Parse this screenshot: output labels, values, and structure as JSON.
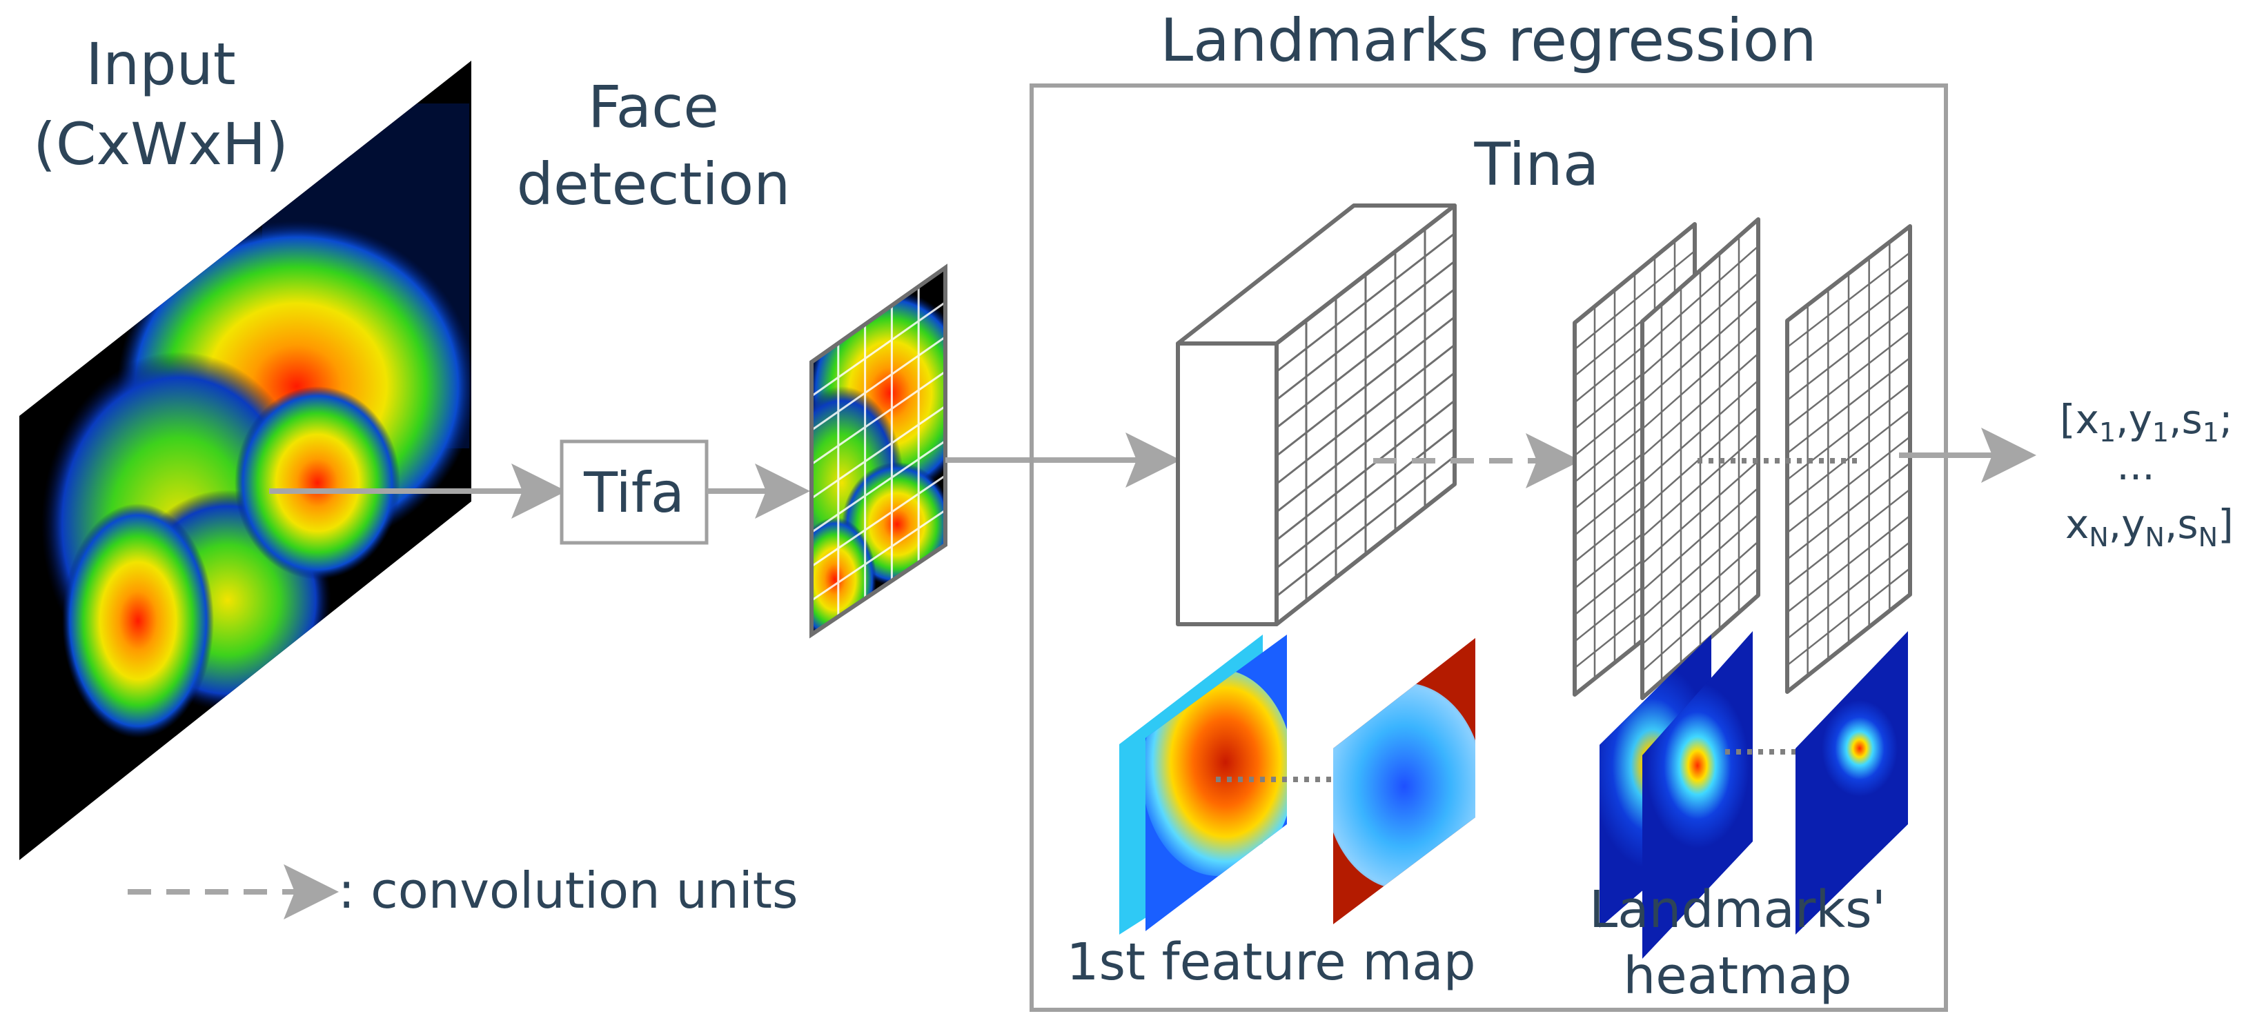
{
  "colors": {
    "text": "#2d4458",
    "arrow": "#a6a6a6",
    "box": "#a0a0a0",
    "cube": "#6e6e6e",
    "heat_background": "#000000"
  },
  "labels": {
    "input_line1": "Input",
    "input_line2": "(CxWxH)",
    "face_line1": "Face",
    "face_line2": "detection",
    "tifa": "Tifa",
    "landmarks_regression": "Landmarks regression",
    "tina": "Tina",
    "legend": ": convolution units",
    "feature_map": "1st feature map",
    "heatmap_line1": "Landmarks'",
    "heatmap_line2": "heatmap"
  },
  "output": {
    "line1": [
      "[x",
      "1",
      ",y",
      "1",
      ",s",
      "1",
      ";"
    ],
    "line2": "...",
    "line3": [
      "x",
      "N",
      ",y",
      "N",
      ",s",
      "N",
      "]"
    ]
  }
}
